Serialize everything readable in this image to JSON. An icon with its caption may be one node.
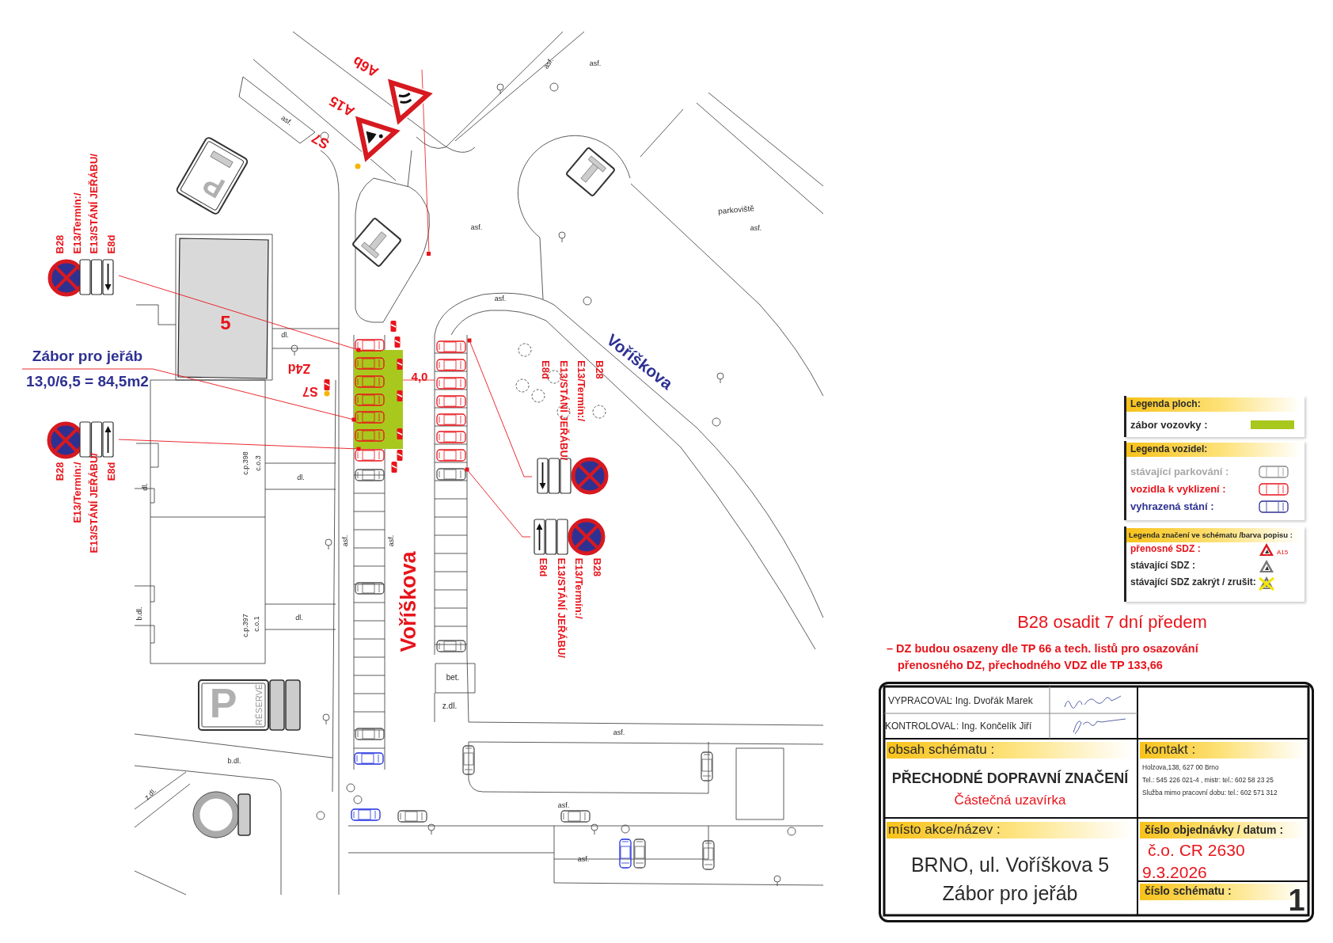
{
  "diagram": {
    "nodes": [
      {
        "text": [
          "B28",
          "E13/Termín:/",
          "E13/STÁNÍ JEŘÁBU/",
          "E8d"
        ]
      },
      {
        "text": [
          "B28",
          "E13/Termín:/",
          "E13/STÁNÍ JEŘÁBU/",
          "E8d"
        ]
      },
      {
        "text": [
          "B28",
          "E13/Termín:/",
          "E13/STÁNÍ JEŘÁBU/",
          "E8d"
        ]
      },
      {
        "text": [
          "B28",
          "E13/Termín:/",
          "E13/STÁNÍ JEŘÁBU/",
          "E8d"
        ]
      },
      {
        "text": [
          "Zábor pro jeřáb",
          "13,0/6,5 = 84,5m2"
        ]
      },
      {
        "text": [],
        "shape": "box"
      }
    ],
    "edges": [
      {
        "from": 0,
        "to": 5,
        "arrow": "other"
      },
      {
        "from": 1,
        "to": 5,
        "arrow": "other"
      },
      {
        "from": 2,
        "to": null,
        "arrow": "other"
      },
      {
        "from": 3,
        "to": null,
        "arrow": "other"
      },
      {
        "from": 4,
        "to": 5,
        "arrow": "other"
      }
    ],
    "labels": [
      "A6b",
      "A15",
      "S7",
      "asf.",
      "asf.",
      "asf.",
      "asf.",
      "parkoviště",
      "asf.",
      "P",
      "5",
      "dl.",
      "Z4d",
      "S7",
      "4,0",
      "asf.",
      "Voříškova",
      "c.p.398",
      "c.o.3",
      "dl.",
      "dl.",
      "asf.",
      "asf.",
      "Voříškova",
      "b.dl.",
      "c.p.397",
      "c.o.1",
      "dl.",
      "P",
      "RÉSERVÉ",
      "bet.",
      "z.dl.",
      "asf.",
      "b.dl.",
      "z.dl.",
      "asf.",
      "asf.",
      "Legenda ploch:",
      "Legenda vozidel:",
      "Legenda značení ve schématu /barva popisu :",
      "A15",
      "B28 osadit 7 dní předem",
      "– DZ budou osazeny dle TP 66 a tech. listů pro osazování přenosného DZ, přechodného VDZ dle TP 133,66",
      "VYPRACOVAL",
      ": Ing. Dvořák Marek",
      "KONTROLOVAL",
      ": Ing. Končelík Jiří",
      "obsah schématu :",
      "PŘECHODNÉ DOPRAVNÍ ZNAČENÍ",
      "Částečná uzavírka",
      "kontakt :",
      "Holzova,138, 627 00 Brno",
      "Tel.: 545 226 021-4 , mistr: tel.: 602 58 23 25",
      "Služba mimo pracovní dobu: tel.: 602 571 312",
      "místo akce/název :",
      "BRNO, ul. Voříškova 5",
      "Zábor pro jeřáb",
      "číslo objednávky / datum :",
      "č.o. CR 2630",
      "9.3.2026",
      "číslo schématu :",
      "1"
    ],
    "legend": [
      {
        "text": "zábor vozovky :",
        "color": "#a8c81e"
      },
      {
        "text": "stávající parkování :"
      },
      {
        "text": "vozidla k vyklizení :"
      },
      {
        "text": "vyhrazená stání :"
      },
      {
        "text": "přenosné  SDZ :"
      },
      {
        "text": "stávající SDZ :"
      },
      {
        "text": "stávající SDZ zakrýt / zrušit:"
      }
    ]
  }
}
